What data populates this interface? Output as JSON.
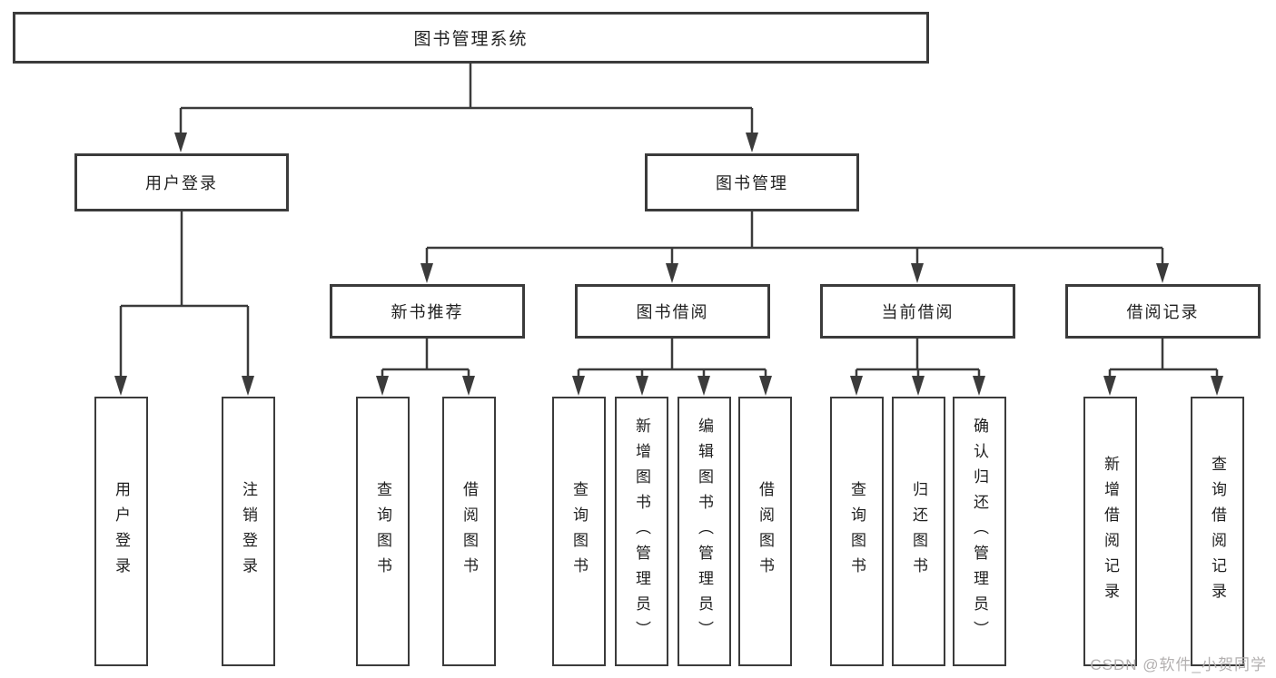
{
  "tree": {
    "root": "图书管理系统",
    "children": [
      {
        "label": "用户登录",
        "children": [
          {
            "label": "用户登录"
          },
          {
            "label": "注销登录"
          }
        ]
      },
      {
        "label": "图书管理",
        "children": [
          {
            "label": "新书推荐",
            "children": [
              {
                "label": "查询图书"
              },
              {
                "label": "借阅图书"
              }
            ]
          },
          {
            "label": "图书借阅",
            "children": [
              {
                "label": "查询图书"
              },
              {
                "label": "新增图书（管理员）"
              },
              {
                "label": "编辑图书（管理员）"
              },
              {
                "label": "借阅图书"
              }
            ]
          },
          {
            "label": "当前借阅",
            "children": [
              {
                "label": "查询图书"
              },
              {
                "label": "归还图书"
              },
              {
                "label": "确认归还（管理员）"
              }
            ]
          },
          {
            "label": "借阅记录",
            "children": [
              {
                "label": "新增借阅记录"
              },
              {
                "label": "查询借阅记录"
              }
            ]
          }
        ]
      }
    ]
  },
  "watermark": {
    "text": "CSDN @软件_小贺同学"
  },
  "colors": {
    "line": "#3b3b3b",
    "box_border": "#3b3b3b",
    "text": "#1f1f1f",
    "watermark": "#b3b0b0",
    "background": "#ffffff"
  }
}
